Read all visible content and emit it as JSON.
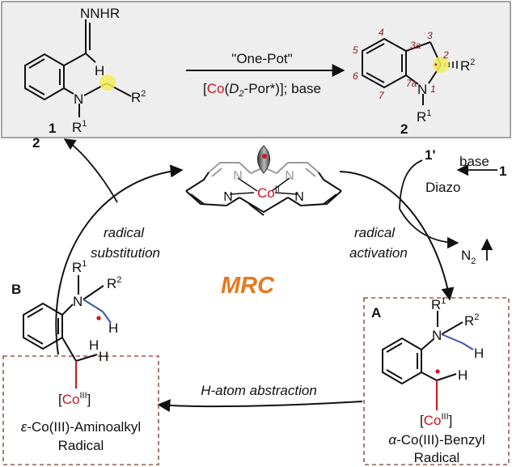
{
  "reaction": {
    "substrate": {
      "group": "NNHR",
      "h": "H",
      "n": "N",
      "r1": "R",
      "r1_sup": "1",
      "r2": "R",
      "r2_sup": "2",
      "compound_number": "1"
    },
    "arrow_top": "\"One-Pot\"",
    "arrow_bottom": {
      "open": "[",
      "co": "Co",
      "paren_open": "(",
      "d": "D",
      "d_sub": "2",
      "por": "-Por*)]; base"
    },
    "product": {
      "n": "N",
      "r1": "R",
      "r1_sup": "1",
      "r2": "R",
      "r2_sup": "2",
      "compound_number": "2",
      "positions": [
        "4",
        "3a",
        "3",
        "2",
        "5",
        "6",
        "7",
        "7a",
        "1",
        "*"
      ]
    }
  },
  "catalyst": {
    "n_labels": [
      "N",
      "N",
      "N",
      "N"
    ],
    "metal": "Co",
    "oxidation": "II"
  },
  "cycle": {
    "center_label": "MRC",
    "product_label": "2",
    "diazo_label": "1'",
    "base_label": "base",
    "substrate_label": "1",
    "diazo_text": "Diazo",
    "n2_label": "N",
    "n2_sub": "2",
    "left_arrow": [
      "radical",
      "substitution"
    ],
    "right_arrow": [
      "radical",
      "activation"
    ],
    "bottom_arrow": "H-atom abstraction"
  },
  "intermediate_a": {
    "letter": "A",
    "n": "N",
    "r1": "R",
    "r1_sup": "1",
    "r2": "R",
    "r2_sup": "2",
    "h_blue": "H",
    "h_black": "H",
    "co_open": "[",
    "co": "Co",
    "co_ox": "III",
    "co_close": "]",
    "name_prefix": "α",
    "name": "-Co(III)-Benzyl",
    "name2": "Radical"
  },
  "intermediate_b": {
    "letter": "B",
    "n": "N",
    "r1": "R",
    "r1_sup": "1",
    "r2": "R",
    "r2_sup": "2",
    "h_blue": "H",
    "h_blue2": "H",
    "h_black": "H",
    "co_open": "[",
    "co": "Co",
    "co_ox": "III",
    "co_close": "]",
    "name_prefix": "ε",
    "name": "-Co(III)-Aminoalkyl",
    "name2": "Radical"
  },
  "colors": {
    "panel_bg": "#eeeeee",
    "panel_border": "#888888",
    "cobalt_red": "#d0141c",
    "mrc_orange": "#e8781e",
    "bond_blue": "#3b55a4",
    "yellow_highlight": "#f3ec5a",
    "dashed_box": "#9a5a4a",
    "porphyrin_grey": "#9a9a9a"
  }
}
